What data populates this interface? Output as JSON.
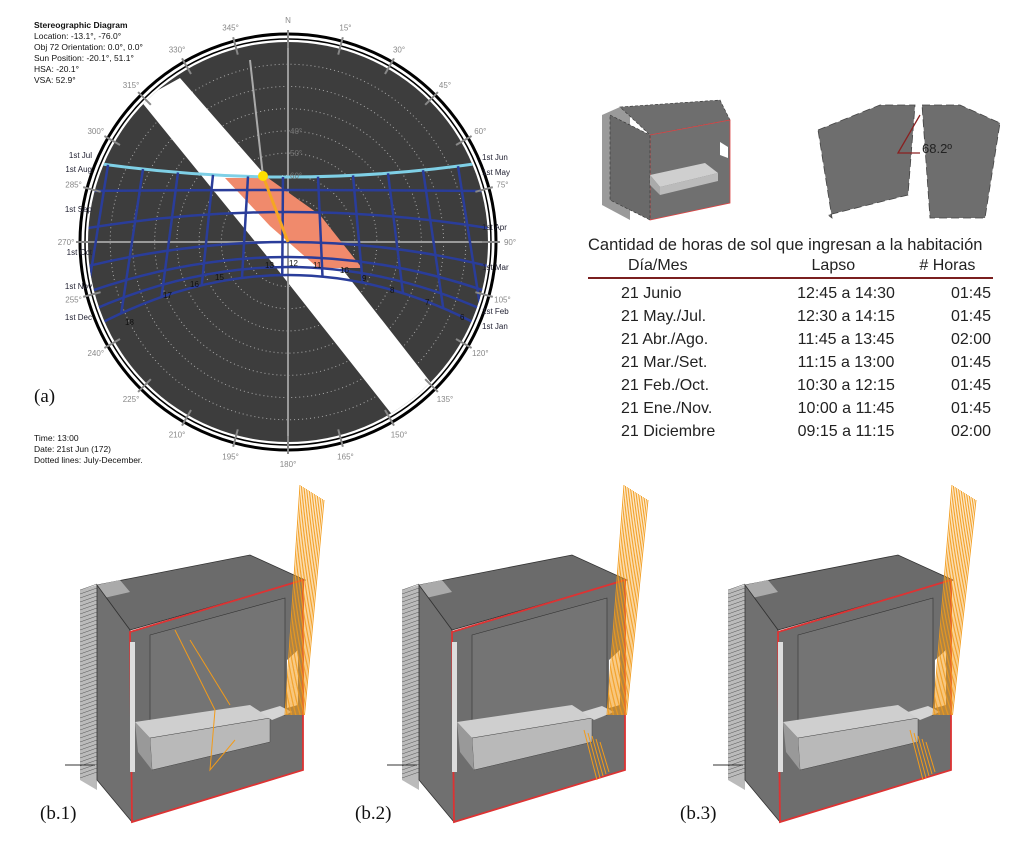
{
  "stereo": {
    "info": [
      "Stereographic Diagram",
      "Location: -13.1°, -76.0°",
      "Obj 72 Orientation: 0.0°, 0.0°",
      "Sun Position: -20.1°, 51.1°",
      "HSA: -20.1°",
      "VSA: 52.9°"
    ],
    "footer": [
      "Time: 13:00",
      "Date: 21st Jun (172)",
      "Dotted lines: July-December."
    ],
    "azimuth_labels": [
      "N",
      "15°",
      "30°",
      "45°",
      "60°",
      "75°",
      "90°",
      "105°",
      "120°",
      "135°",
      "150°",
      "165°",
      "180°",
      "195°",
      "210°",
      "225°",
      "240°",
      "255°",
      "270°",
      "285°",
      "300°",
      "315°",
      "330°",
      "345°"
    ],
    "altitude_labels": [
      "40°",
      "50°",
      "60°"
    ],
    "months_left": [
      "1st Jul",
      "1st Aug",
      "1st Sep",
      "1st Oct",
      "1st Nov",
      "1st Dec"
    ],
    "months_right": [
      "1st Jun",
      "1st May",
      "1st Apr",
      "1st Mar",
      "1st Feb",
      "1st Jan"
    ],
    "hour_labels": [
      "17",
      "16",
      "15",
      "13",
      "12",
      "11",
      "10",
      "9",
      "8",
      "7",
      "6",
      "18"
    ],
    "colors": {
      "disc": "#3d3d3d",
      "sunpath": "#2a3d9a",
      "june": "#7fd0e6",
      "shade": "#f08a6c",
      "sun": "#ffe000",
      "band": "#ffffff"
    }
  },
  "panel_a_label": "(a)",
  "angle_label": "68.2º",
  "table": {
    "caption": "Cantidad de horas de sol que ingresan a la habitación",
    "headers": [
      "Día/Mes",
      "Lapso",
      "# Horas"
    ],
    "rows": [
      [
        "21 Junio",
        "12:45 a 14:30",
        "01:45"
      ],
      [
        "21 May./Jul.",
        "12:30 a 14:15",
        "01:45"
      ],
      [
        "21 Abr./Ago.",
        "11:45 a 13:45",
        "02:00"
      ],
      [
        "21 Mar./Set.",
        "11:15 a 13:00",
        "01:45"
      ],
      [
        "21 Feb./Oct.",
        "10:30 a 12:15",
        "01:45"
      ],
      [
        "21 Ene./Nov.",
        "10:00 a 11:45",
        "01:45"
      ],
      [
        "21 Diciembre",
        "09:15 a 11:15",
        "02:00"
      ]
    ]
  },
  "panels": [
    {
      "label": "(b.1)"
    },
    {
      "label": "(b.2)"
    },
    {
      "label": "(b.3)"
    }
  ]
}
